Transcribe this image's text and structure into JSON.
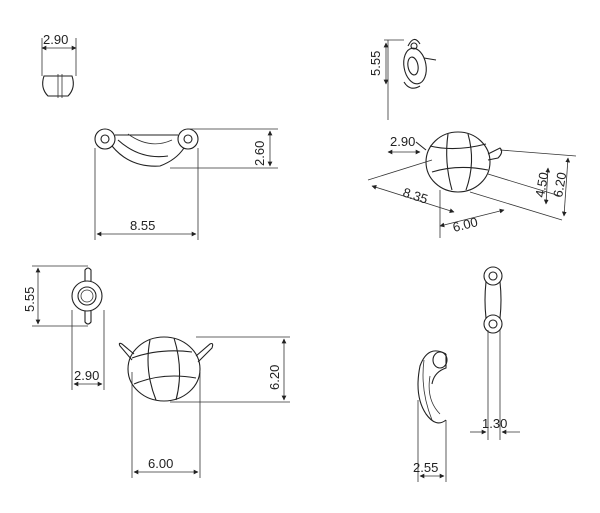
{
  "drawing": {
    "top_left_width": "2.90",
    "front_width": "8.55",
    "front_height": "2.60",
    "iso_top": "5.55",
    "iso_width": "2.90",
    "iso_length": "8.35",
    "iso_small_a": "4.50",
    "iso_small_b": "6.20",
    "iso_base": "6.00",
    "side_height": "5.55",
    "side_width": "2.90",
    "body_height": "6.20",
    "body_width": "6.00",
    "profile_width": "2.55",
    "link_width": "1.30"
  }
}
